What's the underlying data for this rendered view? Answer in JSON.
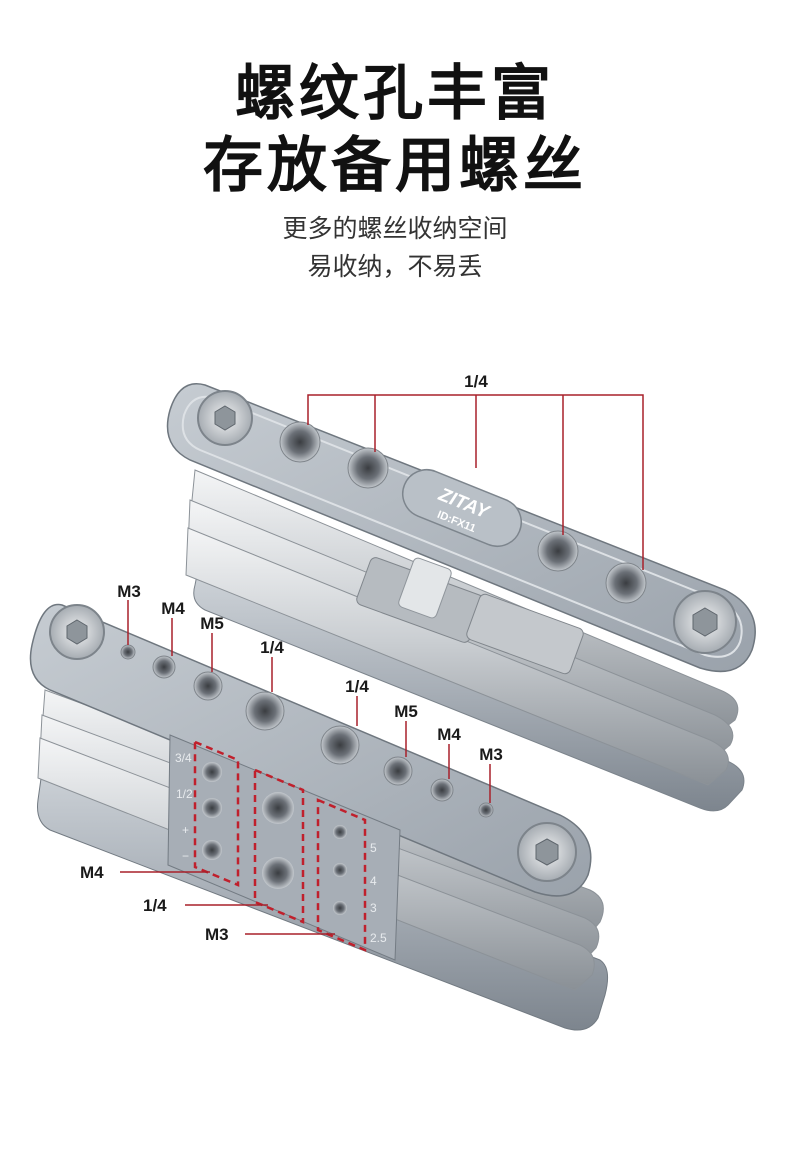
{
  "headline": {
    "line1": "螺纹孔丰富",
    "line2": "存放备用螺丝"
  },
  "subtitle": {
    "line1": "更多的螺丝收纳空间",
    "line2": "易收纳，不易丢"
  },
  "brand": {
    "logo": "ZITAY",
    "model": "ID:FX11"
  },
  "labels": {
    "top_tool_quarter": "1/4",
    "m3_left": "M3",
    "m4_left": "M4",
    "m5_left": "M5",
    "quarter_left": "1/4",
    "quarter_right": "1/4",
    "m5_right": "M5",
    "m4_right": "M4",
    "m3_right": "M3",
    "side_m4": "M4",
    "side_quarter": "1/4",
    "side_m3": "M3"
  },
  "engraving": {
    "left_column": [
      "3/4",
      "1/2",
      "+",
      "−"
    ],
    "right_column": [
      "5",
      "4",
      "3",
      "2.5"
    ]
  },
  "colors": {
    "accent_red": "#a8202a",
    "aluminum": "#a9b0b8",
    "steel": "#d9dcde"
  }
}
